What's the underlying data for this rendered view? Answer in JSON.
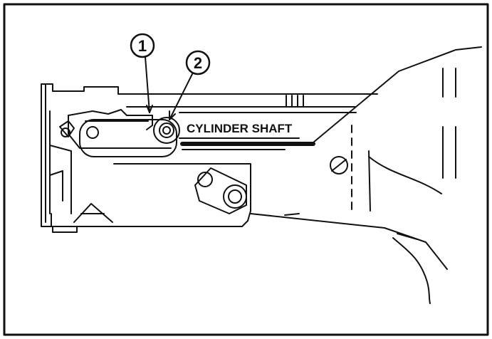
{
  "diagram": {
    "callouts": [
      {
        "label": "1"
      },
      {
        "label": "2"
      }
    ],
    "shaft_label": "CYLINDER SHAFT"
  }
}
